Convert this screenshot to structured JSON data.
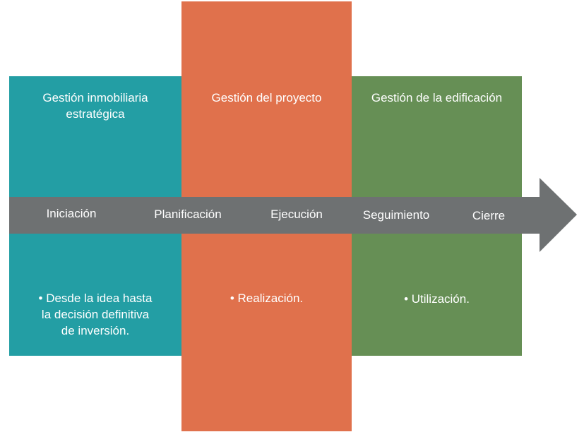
{
  "colors": {
    "teal": "#239ea4",
    "orange": "#e0714c",
    "green": "#668f55",
    "arrow": "#6e7172",
    "text": "#ffffff"
  },
  "blocks": [
    {
      "title": "Gestión inmobiliaria\nestratégica",
      "description": "• Desde la idea hasta\nla decisión definitiva\nde inversión."
    },
    {
      "title": "Gestión del proyecto",
      "description": "• Realización."
    },
    {
      "title": "Gestión de la edificación",
      "description": "• Utilización."
    }
  ],
  "phases": [
    "Iniciación",
    "Planificación",
    "Ejecución",
    "Seguimiento",
    "Cierre"
  ]
}
